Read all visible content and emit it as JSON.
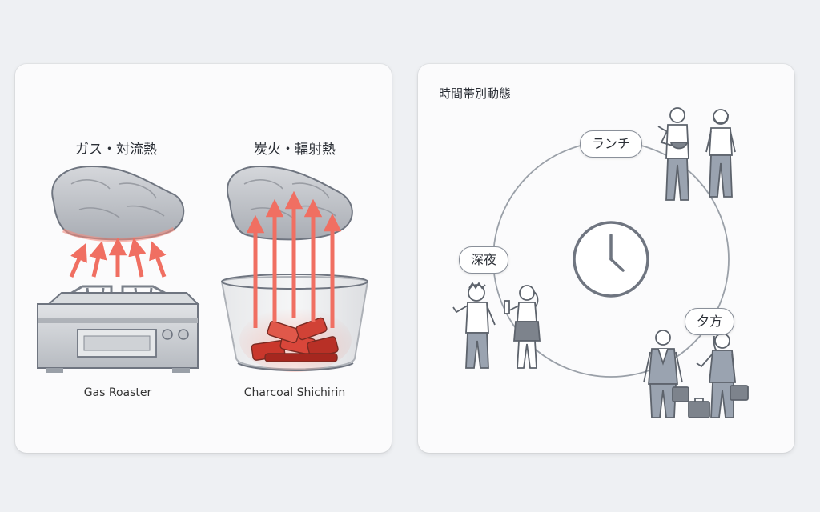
{
  "left_panel": {
    "gas_label_jp": "ガス・対流熱",
    "charcoal_label_jp": "炭火・輻射熱",
    "gas_caption": "Gas Roaster",
    "charcoal_caption": "Charcoal Shichirin"
  },
  "right_panel": {
    "title": "時間帯別動態",
    "periods": {
      "lunch": "ランチ",
      "late_night": "深夜",
      "evening": "夕方"
    },
    "clock_icon": "clock-icon"
  },
  "colors": {
    "heat_arrow": "#f06f62",
    "meat": "#b9bcc2",
    "appliance": "#c9ccd1",
    "outline": "#6f7580",
    "ember": "#d9463a",
    "panel_bg": "#fbfbfc",
    "page_bg": "#eef0f3"
  }
}
